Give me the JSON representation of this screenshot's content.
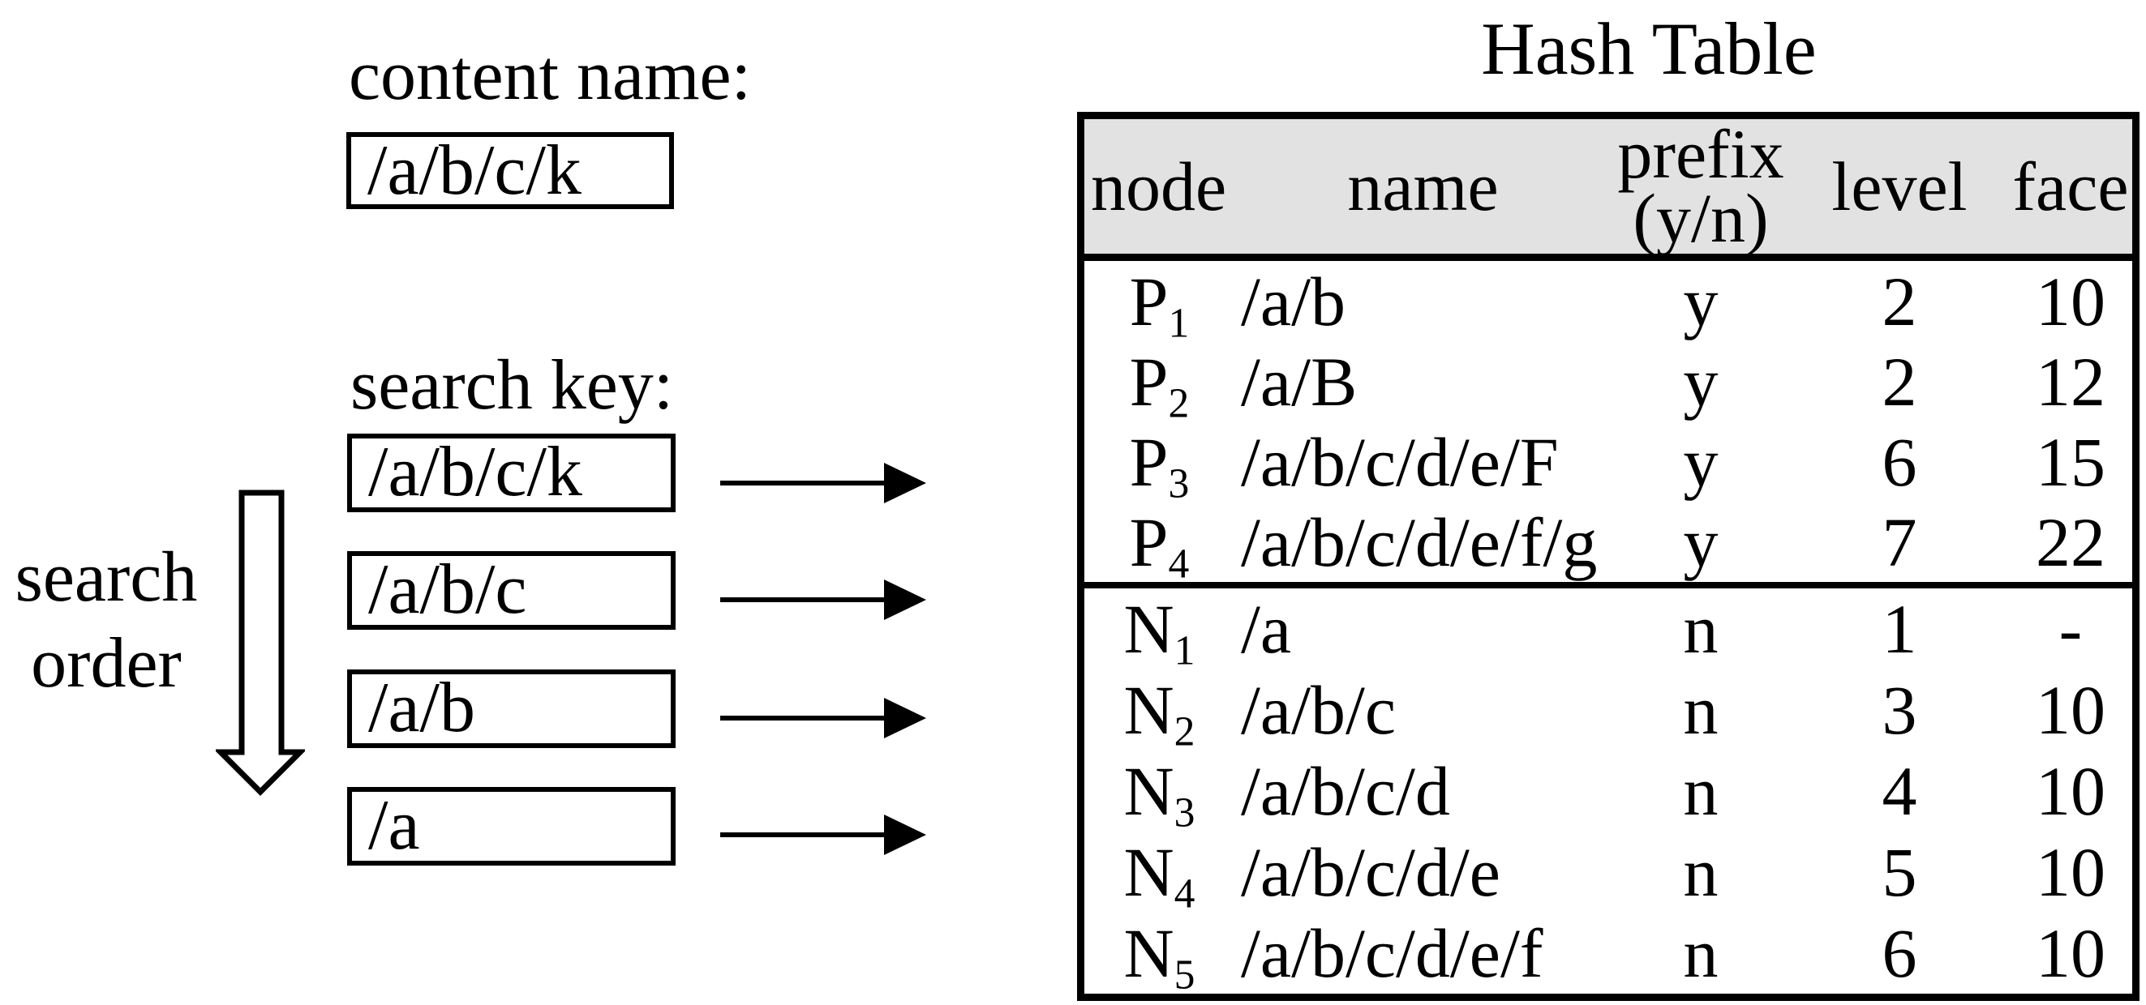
{
  "colors": {
    "ink": "#000000",
    "background": "#ffffff",
    "table_header_bg": "#e2e2e2"
  },
  "left_panel": {
    "content_name": {
      "label": "content name:",
      "value": "/a/b/c/k"
    },
    "search_key": {
      "label": "search key:"
    },
    "search_order": {
      "line1": "search",
      "line2": "order"
    },
    "search_keys": [
      {
        "value": "/a/b/c/k"
      },
      {
        "value": "/a/b/c"
      },
      {
        "value": "/a/b"
      },
      {
        "value": "/a"
      }
    ]
  },
  "hash_table": {
    "title": "Hash Table",
    "columns": {
      "node": "node",
      "name": "name",
      "prefix_line1": "prefix",
      "prefix_line2": "(y/n)",
      "level": "level",
      "face": "face"
    },
    "prefix_rows": [
      {
        "node": "P",
        "sub": "1",
        "name": "/a/b",
        "prefix": "y",
        "level": "2",
        "face": "10"
      },
      {
        "node": "P",
        "sub": "2",
        "name": "/a/B",
        "prefix": "y",
        "level": "2",
        "face": "12"
      },
      {
        "node": "P",
        "sub": "3",
        "name": "/a/b/c/d/e/F",
        "prefix": "y",
        "level": "6",
        "face": "15"
      },
      {
        "node": "P",
        "sub": "4",
        "name": "/a/b/c/d/e/f/g",
        "prefix": "y",
        "level": "7",
        "face": "22"
      }
    ],
    "node_rows": [
      {
        "node": "N",
        "sub": "1",
        "name": "/a",
        "prefix": "n",
        "level": "1",
        "face": "-"
      },
      {
        "node": "N",
        "sub": "2",
        "name": "/a/b/c",
        "prefix": "n",
        "level": "3",
        "face": "10"
      },
      {
        "node": "N",
        "sub": "3",
        "name": "/a/b/c/d",
        "prefix": "n",
        "level": "4",
        "face": "10"
      },
      {
        "node": "N",
        "sub": "4",
        "name": "/a/b/c/d/e",
        "prefix": "n",
        "level": "5",
        "face": "10"
      },
      {
        "node": "N",
        "sub": "5",
        "name": "/a/b/c/d/e/f",
        "prefix": "n",
        "level": "6",
        "face": "10"
      }
    ]
  }
}
